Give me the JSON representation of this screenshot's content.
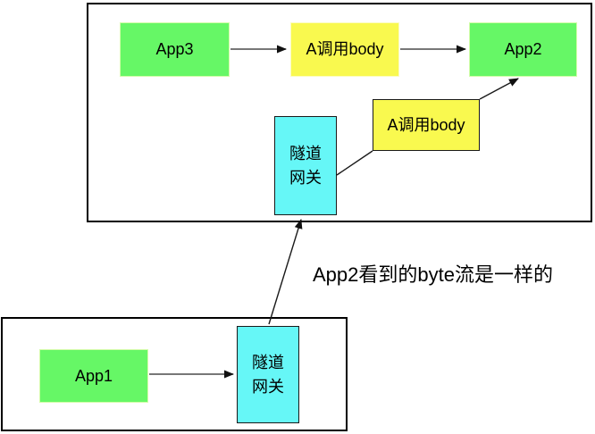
{
  "diagram": {
    "caption": "App2看到的byte流是一样的",
    "colors": {
      "node_green": "#66f766",
      "node_yellow": "#f9f94f",
      "node_cyan": "#66f7f7",
      "connector": "#333333",
      "frame_border": "#000000"
    },
    "nodes": {
      "app3": "App3",
      "callbody_top": "A调用body",
      "app2": "App2",
      "tunnel_upper": "隧道\n网关",
      "callbody_mid": "A调用body",
      "app1": "App1",
      "tunnel_lower": "隧道\n网关"
    }
  }
}
